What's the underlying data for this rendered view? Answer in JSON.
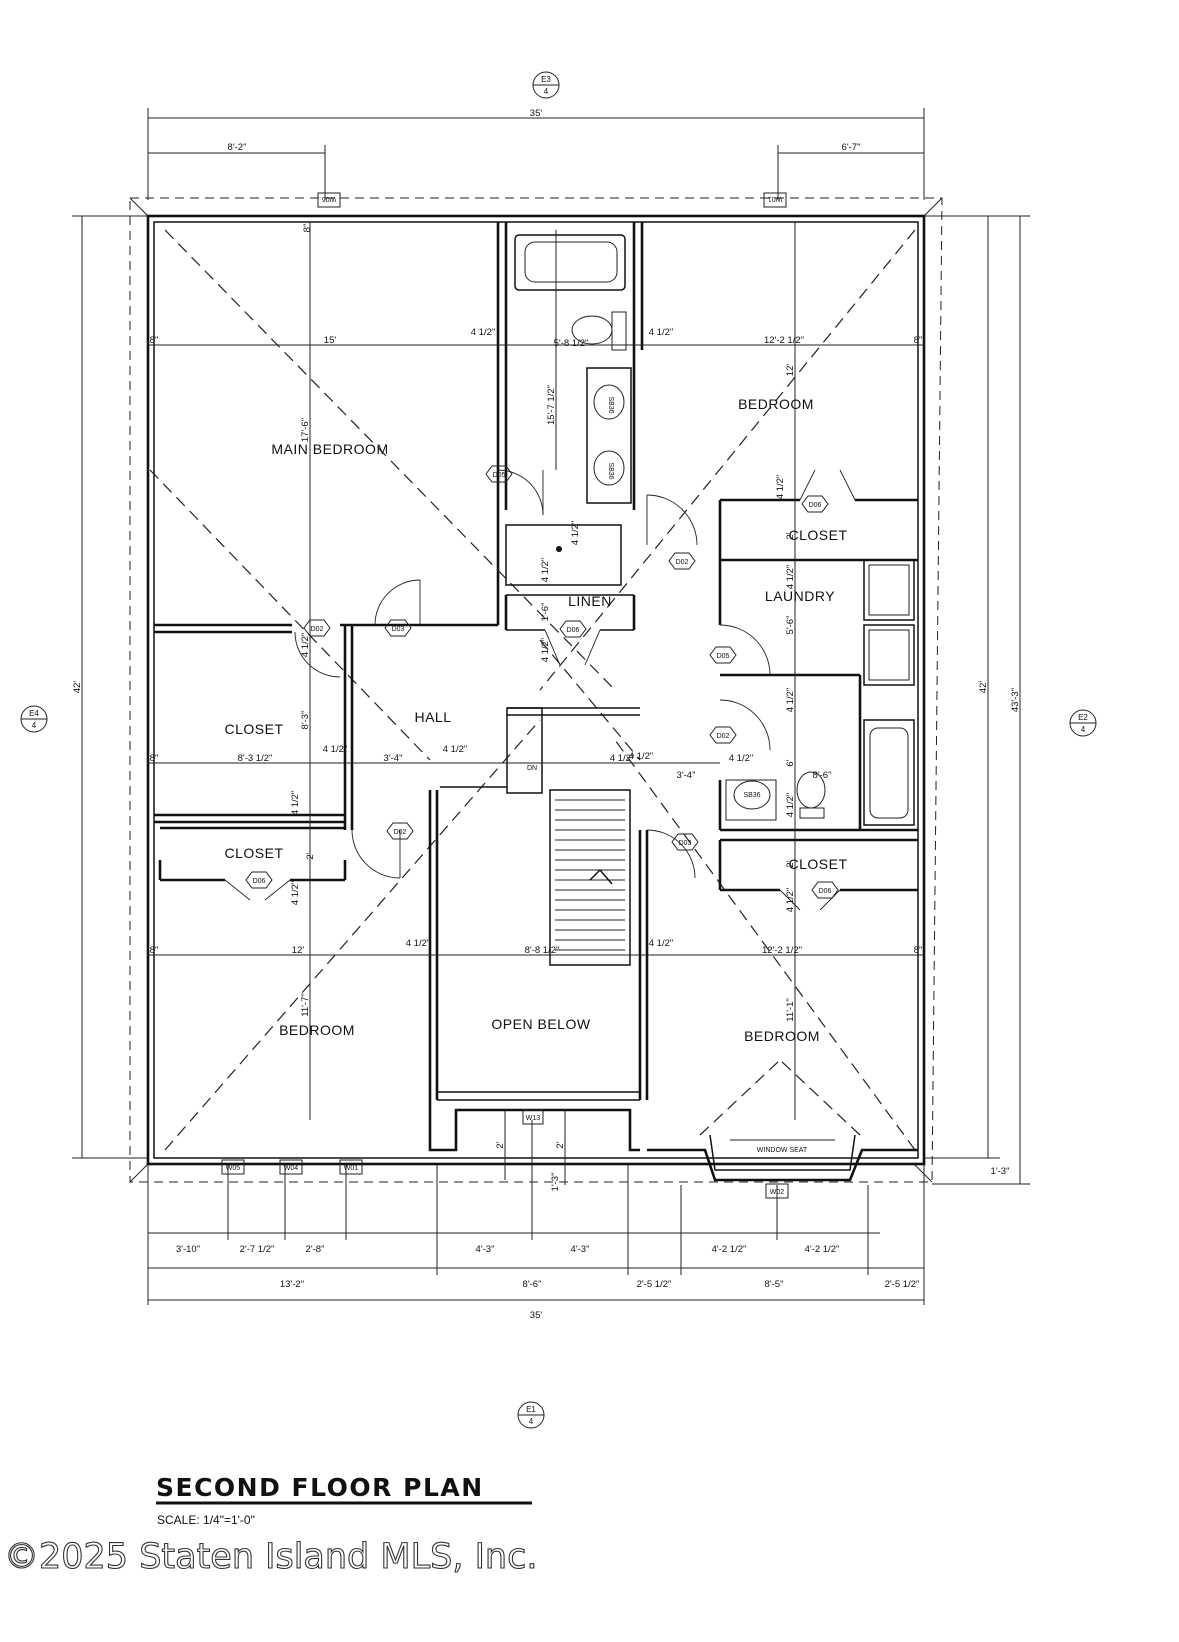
{
  "title": "SECOND FLOOR PLAN",
  "scale": "SCALE: 1/4\"=1'-0\"",
  "copyright": "©2025 Staten Island MLS, Inc.",
  "rooms": {
    "main_bedroom": "MAIN BEDROOM",
    "bedroom_ne": "BEDROOM",
    "bedroom_sw": "BEDROOM",
    "bedroom_se": "BEDROOM",
    "closet_w": "CLOSET",
    "closet_sw": "CLOSET",
    "closet_ne": "CLOSET",
    "closet_e": "CLOSET",
    "laundry": "LAUNDRY",
    "linen": "LINEN",
    "hall": "HALL",
    "open_below": "OPEN BELOW",
    "window_seat": "WINDOW SEAT",
    "stair_dn": "DN"
  },
  "sections": {
    "top": {
      "id": "E3",
      "sheet": "4"
    },
    "left": {
      "id": "E4",
      "sheet": "4"
    },
    "right": {
      "id": "E2",
      "sheet": "4"
    },
    "bottom": {
      "id": "E1",
      "sheet": "4"
    }
  },
  "door_tags": {
    "d02": "D02",
    "d03": "D03",
    "d05": "D05",
    "d06": "D06"
  },
  "fixture_tags": {
    "sink": "SB36"
  },
  "window_tags": {
    "w01": "W01",
    "w02": "W02",
    "w04": "W04",
    "w05": "W05",
    "w06": "W06",
    "w13": "W13"
  },
  "dimensions": {
    "top_overall": "35'",
    "top_left": "8'-2\"",
    "top_right": "6'-7\"",
    "left_overall": "42'",
    "right_inner": "42'",
    "right_overall": "43'-3\"",
    "row1_wall_l": "8\"",
    "row1_main": "15'",
    "row1_a": "4 1/2\"",
    "row1_bath": "5'-8 1/2\"",
    "row1_b": "4 1/2\"",
    "row1_bed": "12'-2 1/2\"",
    "row1_wall_r": "8\"",
    "main_height": "17'-6\"",
    "bath_height": "15'-7 1/2\"",
    "bed_ne_height": "12'",
    "top_wall": "8\"",
    "row2_wall_l": "8\"",
    "row2_closet": "8'-3 1/2\"",
    "row2_a": "4 1/2\"",
    "row2_hall": "3'-4\"",
    "row2_b": "4 1/2\"",
    "row2_c": "4 1/2\"",
    "row2_hall2": "3'-4\"",
    "row2_d": "4 1/2\"",
    "row2_bath": "8'-6\"",
    "closet_height": "8'-3\"",
    "laundry_height": "5'-6\"",
    "bath2_height": "6'",
    "v_a": "4 1/2\"",
    "v_b": "4 1/2\"",
    "v_c": "4 1/2\"",
    "v_d": "4 1/2\"",
    "v_e": "4 1/2\"",
    "v_f": "4 1/2\"",
    "v_g": "4 1/2\"",
    "v_h": "4 1/2\"",
    "v_i": "4 1/2\"",
    "v_j": "4 1/2\"",
    "v_k": "4 1/2\"",
    "v_l": "4 1/2\"",
    "linen_w": "1'-6\"",
    "closet_sw_h": "2'",
    "closet_ne_h": "2'",
    "closet_e_h": "2'",
    "row3_wall_l": "8\"",
    "row3_bed": "12'",
    "row3_a": "4 1/2\"",
    "row3_open": "8'-8 1/2\"",
    "row3_b": "4 1/2\"",
    "row3_bed2": "12'-2 1/2\"",
    "row3_wall_r": "8\"",
    "bed_sw_height": "11'-7\"",
    "bed_se_height": "11'-1\"",
    "porch_a": "2'",
    "porch_b": "2'",
    "porch_c": "1'-3\"",
    "right_small": "1'-3\"",
    "bot1_a": "3'-10\"",
    "bot1_b": "2'-7 1/2\"",
    "bot1_c": "2'-8\"",
    "bot1_d": "4'-3\"",
    "bot1_e": "4'-3\"",
    "bot1_f": "4'-2 1/2\"",
    "bot1_g": "4'-2 1/2\"",
    "bot2_a": "13'-2\"",
    "bot2_b": "8'-6\"",
    "bot2_c": "2'-5 1/2\"",
    "bot2_d": "8'-5\"",
    "bot2_e": "2'-5 1/2\"",
    "bot_overall": "35'"
  }
}
